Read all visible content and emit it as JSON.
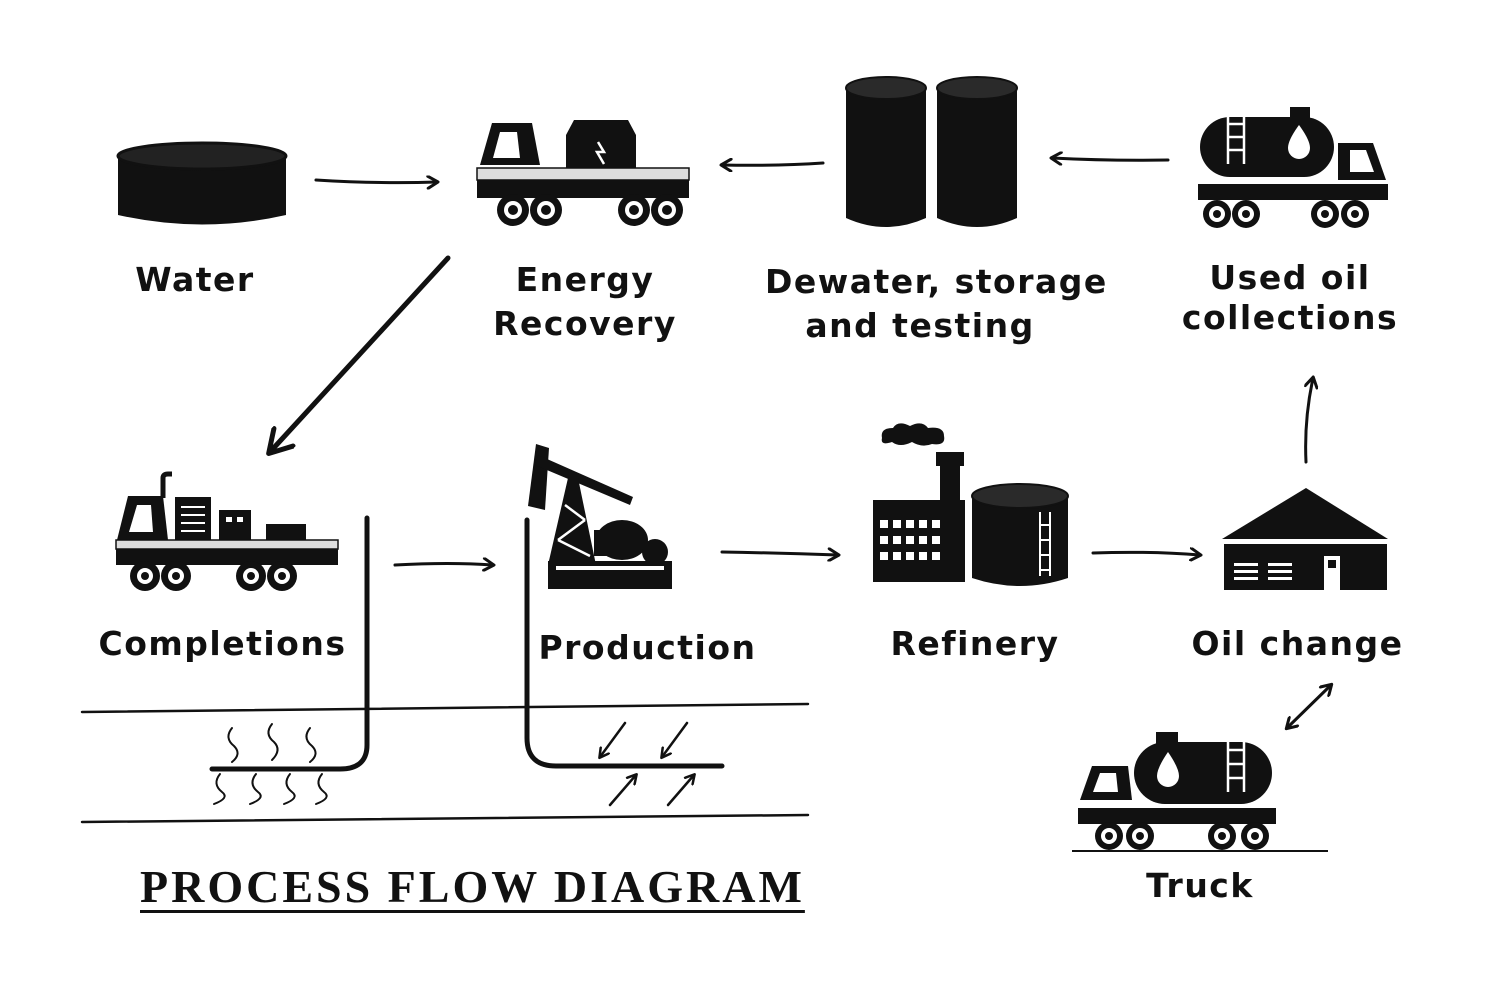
{
  "title": "PROCESS FLOW DIAGRAM",
  "nodes": {
    "water": {
      "label": "Water",
      "icon": "water-tank-icon"
    },
    "energy_recovery": {
      "line1": "Energy",
      "line2": "Recovery",
      "icon": "flatbed-truck-generator-icon"
    },
    "dewater": {
      "line1": "Dewater, storage",
      "line2": "and testing",
      "icon": "storage-tanks-icon"
    },
    "used_oil": {
      "line1": "Used oil",
      "line2": "collections",
      "icon": "tanker-truck-icon"
    },
    "completions": {
      "label": "Completions",
      "icon": "completion-rig-truck-icon"
    },
    "production": {
      "label": "Production",
      "icon": "pumpjack-icon"
    },
    "refinery": {
      "label": "Refinery",
      "icon": "refinery-icon"
    },
    "oil_change": {
      "label": "Oil change",
      "icon": "garage-icon"
    },
    "truck": {
      "label": "Truck",
      "icon": "tanker-truck-icon"
    }
  },
  "colors": {
    "ink": "#111111",
    "background": "#ffffff"
  }
}
